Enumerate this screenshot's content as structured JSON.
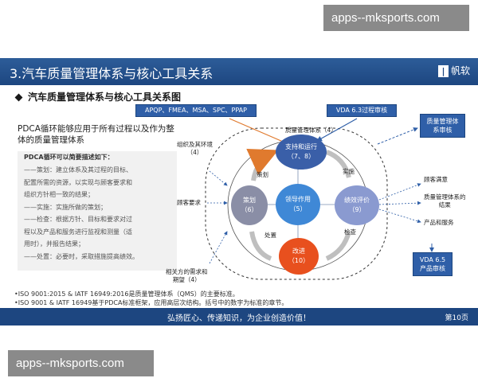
{
  "watermark_top": "apps--mksports.com",
  "watermark_bottom": "apps--mksports.com",
  "header": {
    "title": "3.汽车质量管理体系与核心工具关系",
    "logo_text": "帆软"
  },
  "subtitle": "汽车质量管理体系与核心工具关系图",
  "top_box": "APQP、FMEA、MSA、SPC、PPAP",
  "vda63": "VDA 6.3过程审核",
  "qms_audit": "质量管理体系审核",
  "vda65": [
    "VDA 6.5",
    "产品审核"
  ],
  "intro_text": "PDCA循环能够应用于所有过程以及作为整体的质量管理体系",
  "desc": {
    "head": "PDCA循环可以简要描述如下：",
    "lines": [
      "——策划：建立体系及其过程的目标、",
      "配置所需的资源，以实现与顾客要求和",
      "组织方针相一致的结果；",
      "——实施：实施所做的策划；",
      "——检查：根据方针、目标和要求对过",
      "程以及产品和服务进行监视和测量（适",
      "用时），并报告结果；",
      "——处置：必要时，采取措施提高绩效。"
    ]
  },
  "diagram": {
    "org_env": [
      "组织及其环境",
      "（4）"
    ],
    "customer_req": "顾客要求",
    "parties": [
      "相关方的需求和",
      "期望（4）"
    ],
    "qms_label": "质量管理体系（4）",
    "support": [
      "支持和运行",
      "（7、8）"
    ],
    "plan": [
      "策划",
      "（6）"
    ],
    "leadership": [
      "领导作用",
      "（5）"
    ],
    "evaluation": [
      "绩效评价",
      "（9）"
    ],
    "improve": [
      "改进",
      "（10）"
    ],
    "arrow_plan": "策划",
    "arrow_do": "实施",
    "arrow_check": "检查",
    "arrow_act": "处置",
    "out_satisfaction": "顾客满意",
    "out_results": [
      "质量管理体系的",
      "结果"
    ],
    "out_products": "产品和服务"
  },
  "footnotes": [
    "•ISO 9001:2015 & IATF 16949:2016是质量管理体系（QMS）的主要标准。",
    "•ISO 9001 & IATF 16949基于PDCA标准框架，应用高层次结构。括号中的数字为标准的章节。"
  ],
  "footer": {
    "slogan": "弘扬匠心、传递知识，为企业创造价值！",
    "page": "第10页"
  }
}
